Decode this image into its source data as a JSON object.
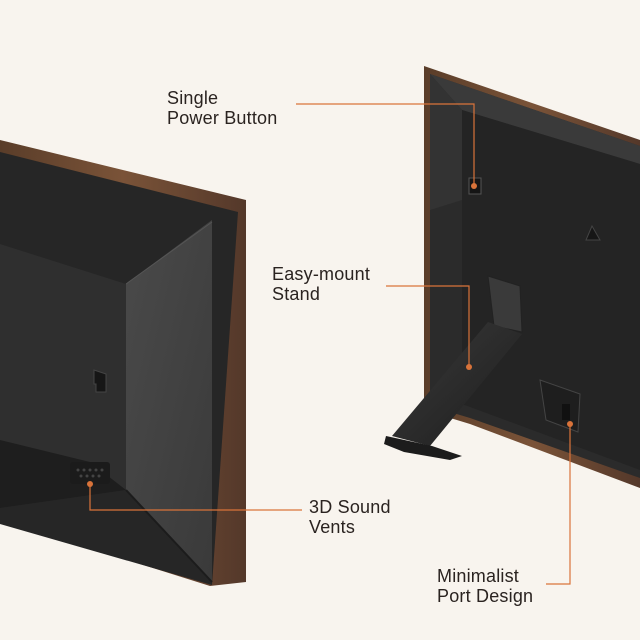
{
  "callouts": {
    "power_button": {
      "line1": "Single",
      "line2": "Power Button"
    },
    "mount_stand": {
      "line1": "Easy-mount",
      "line2": "Stand"
    },
    "sound_vents": {
      "line1": "3D Sound",
      "line2": "Vents"
    },
    "port_design": {
      "line1": "Minimalist",
      "line2": "Port Design"
    }
  },
  "colors": {
    "background": "#f8f4ee",
    "wood_frame": "#6b4a33",
    "back_panel": "#2b2b2b",
    "leader_line": "#d9733a",
    "text": "#2a2320"
  },
  "icons": {
    "power_button": "power-button-slot",
    "mount_hook": "keyhole-mount-icon",
    "speaker": "speaker-vent-icon"
  }
}
